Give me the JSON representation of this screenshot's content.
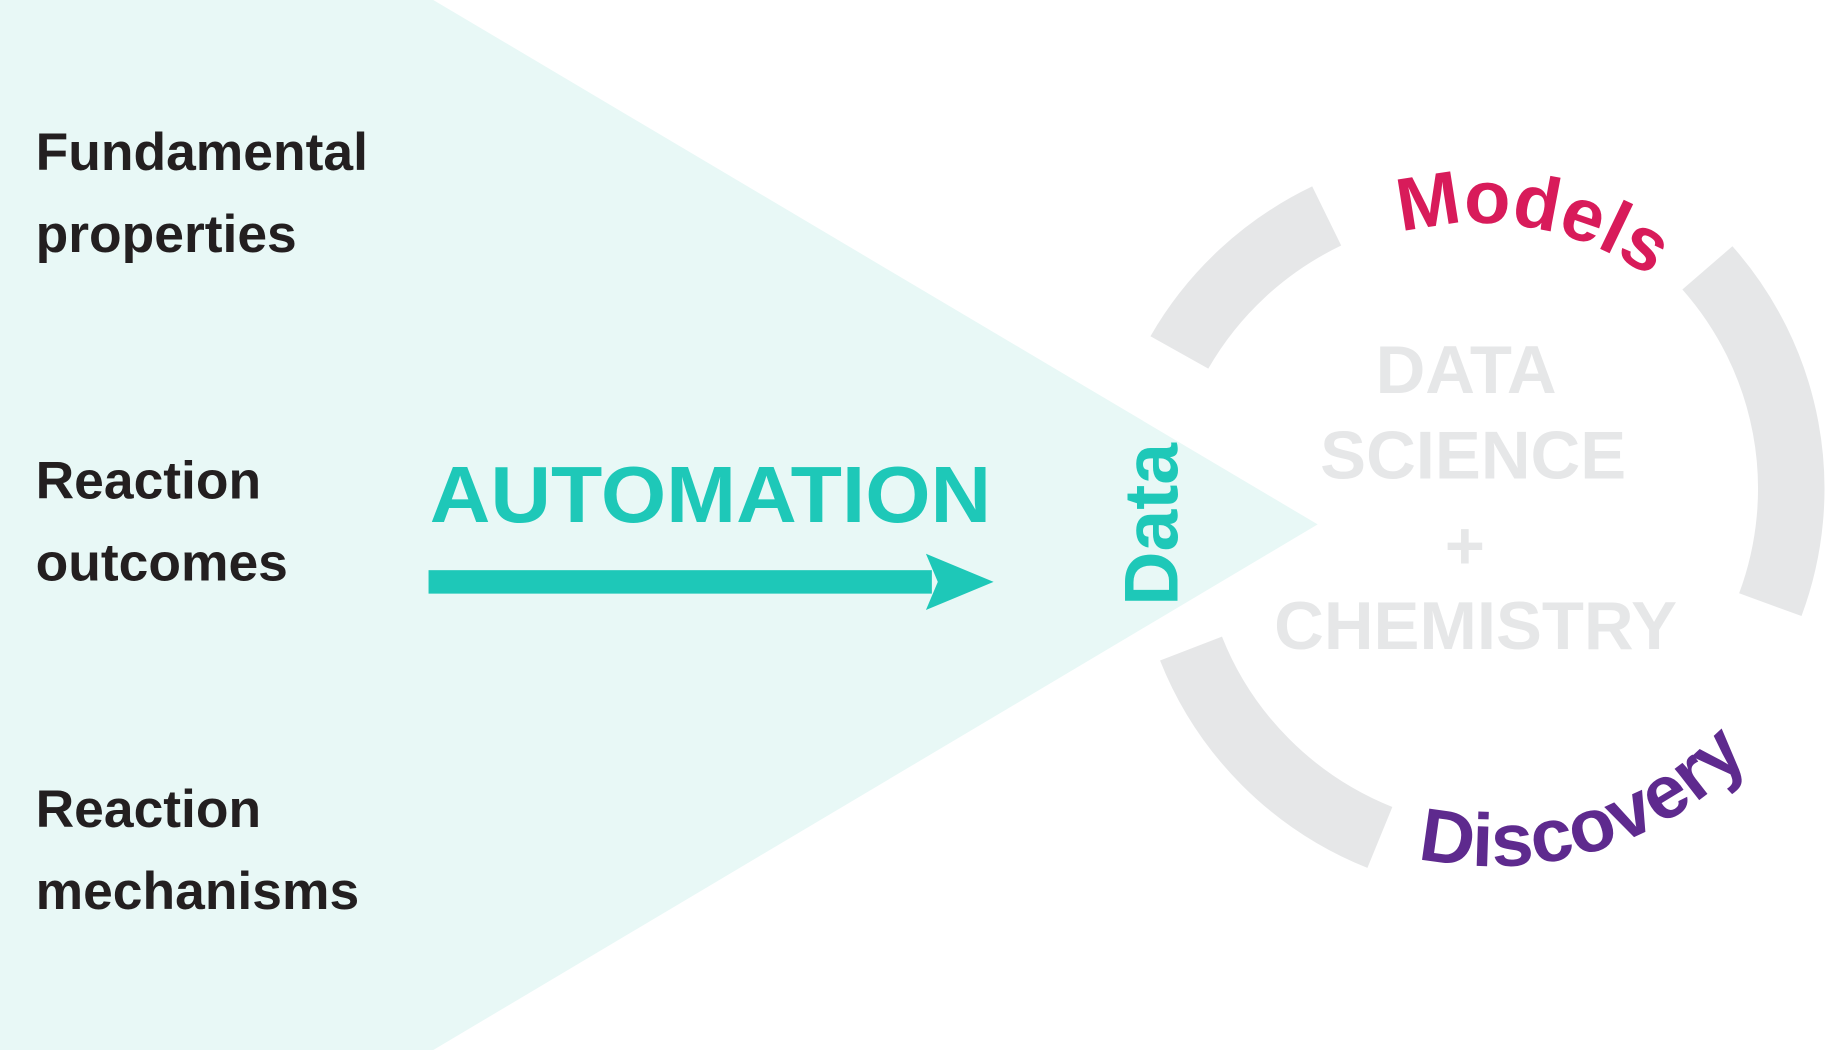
{
  "left_labels": [
    {
      "line1": "Fundamental",
      "line2": "properties"
    },
    {
      "line1": "Reaction",
      "line2": "outcomes"
    },
    {
      "line1": "Reaction",
      "line2": "mechanisms"
    }
  ],
  "automation_label": "AUTOMATION",
  "cycle": {
    "data_label": "Data",
    "models_label": "Models",
    "discovery_label": "Discovery",
    "center_lines": [
      "DATA",
      "SCIENCE",
      "+",
      "CHEMISTRY"
    ]
  },
  "colors": {
    "funnel": "#e8f8f6",
    "teal": "#1ec8b8",
    "models": "#d81b5a",
    "discovery": "#5e2a8e",
    "ring": "#e6e7e8",
    "text": "#231f20"
  }
}
